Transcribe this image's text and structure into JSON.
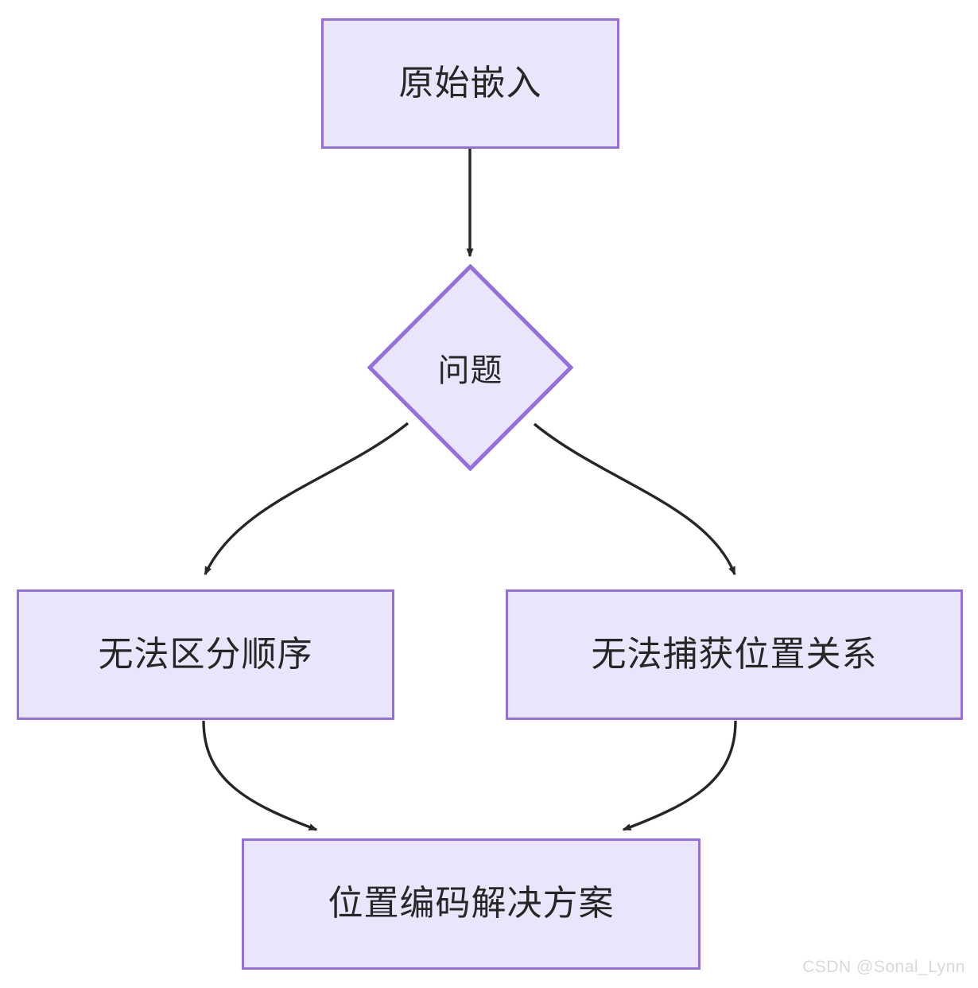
{
  "diagram": {
    "type": "flowchart",
    "direction": "top-down",
    "background_color": "#ffffff",
    "node_fill_color": "#E9E5FB",
    "node_border_color": "#9370DB",
    "edge_color": "#262626",
    "text_color": "#262626",
    "nodes": [
      {
        "id": "original",
        "shape": "rectangle",
        "label": "原始嵌入"
      },
      {
        "id": "problem",
        "shape": "diamond",
        "label": "问题"
      },
      {
        "id": "left",
        "shape": "rectangle",
        "label": "无法区分顺序"
      },
      {
        "id": "right",
        "shape": "rectangle",
        "label": "无法捕获位置关系"
      },
      {
        "id": "solution",
        "shape": "rectangle",
        "label": "位置编码解决方案"
      }
    ],
    "edges": [
      {
        "from": "original",
        "to": "problem",
        "label": "",
        "style": "straight-arrow"
      },
      {
        "from": "problem",
        "to": "left",
        "label": "",
        "style": "curved-arrow"
      },
      {
        "from": "problem",
        "to": "right",
        "label": "",
        "style": "curved-arrow"
      },
      {
        "from": "left",
        "to": "solution",
        "label": "",
        "style": "curved-arrow"
      },
      {
        "from": "right",
        "to": "solution",
        "label": "",
        "style": "curved-arrow"
      }
    ]
  },
  "watermark": {
    "text": "CSDN @Sonal_Lynn"
  }
}
